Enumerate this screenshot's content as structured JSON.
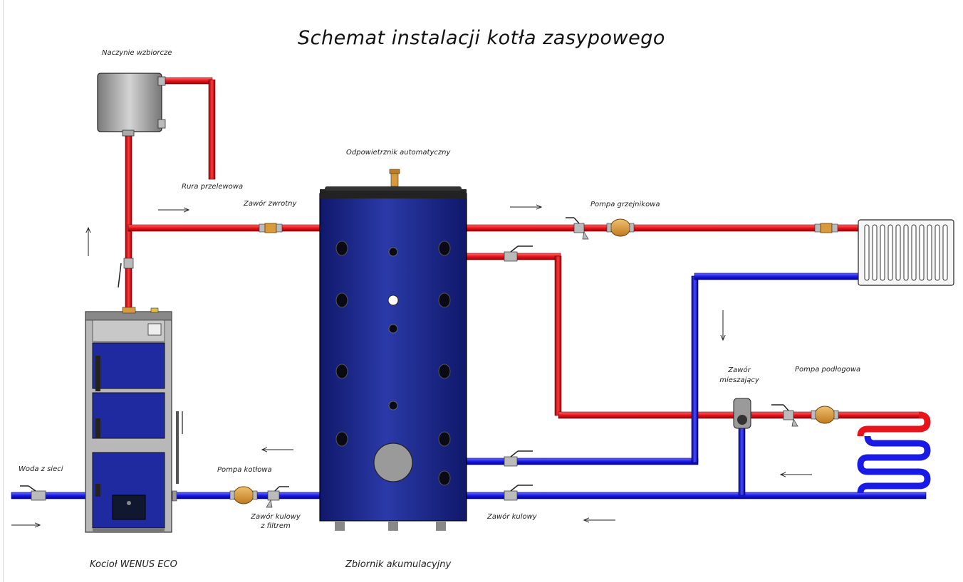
{
  "title": "Schemat instalacji kotła zasypowego",
  "labels": {
    "expansion_vessel": "Naczynie wzbiorcze",
    "overflow_pipe": "Rura przelewowa",
    "check_valve": "Zawór zwrotny",
    "auto_air_vent": "Odpowietrznik automatyczny",
    "radiator_pump": "Pompa grzejnikowa",
    "mixing_valve_line1": "Zawór",
    "mixing_valve_line2": "mieszający",
    "floor_pump": "Pompa podłogowa",
    "mains_water": "Woda z sieci",
    "boiler_pump": "Pompa kotłowa",
    "ball_valve_filter_line1": "Zawór kulowy",
    "ball_valve_filter_line2": "z filtrem",
    "ball_valve": "Zawór kulowy",
    "boiler": "Kocioł WENUS ECO",
    "buffer_tank": "Zbiornik akumulacyjny"
  },
  "colors": {
    "hot_pipe": "#e8141c",
    "cold_pipe": "#1a1ae6",
    "tank": "#1c2a8a",
    "boiler_panel": "#1f2aa0",
    "fitting": "#d89a3a",
    "steel": "#a8a8a8"
  }
}
